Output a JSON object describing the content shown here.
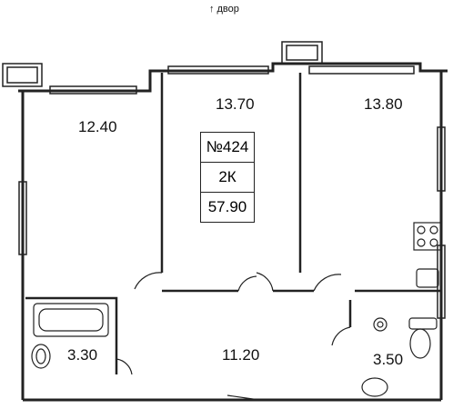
{
  "orientation": {
    "icon": "arrow-up-icon",
    "label": "двор"
  },
  "apartment": {
    "number": "№424",
    "type": "2К",
    "total_area": "57.90"
  },
  "rooms": [
    {
      "id": "bedroom-left",
      "area": "12.40"
    },
    {
      "id": "bedroom-center",
      "area": "13.70"
    },
    {
      "id": "kitchen",
      "area": "13.80"
    },
    {
      "id": "bathroom",
      "area": "3.30"
    },
    {
      "id": "hallway",
      "area": "11.20"
    },
    {
      "id": "wc",
      "area": "3.50"
    }
  ],
  "colors": {
    "wall": "#222222",
    "background": "#ffffff"
  }
}
